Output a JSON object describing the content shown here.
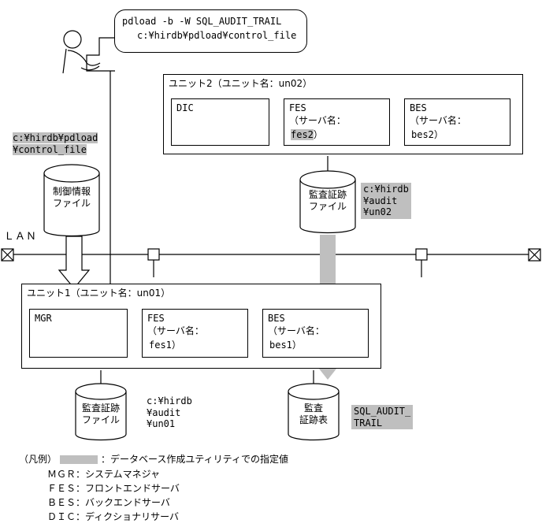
{
  "diagram": {
    "title_bubble": {
      "line1": "pdload -b -W SQL_AUDIT_TRAIL",
      "line2": "c:¥hirdb¥pdload¥control_file"
    },
    "unit2": {
      "header": "ユニット2（ユニット名：un02）",
      "servers": [
        {
          "name": "DIC",
          "label2": "",
          "label3": "",
          "highlight": ""
        },
        {
          "name": "FES",
          "label2": "（サーバ名：",
          "label3": "",
          "highlight": "fes2",
          "suffix": "）"
        },
        {
          "name": "BES",
          "label2": "（サーバ名：",
          "label3": "bes2）",
          "highlight": ""
        }
      ]
    },
    "unit1": {
      "header": "ユニット1（ユニット名：un01）",
      "servers": [
        {
          "name": "MGR",
          "label2": "",
          "label3": ""
        },
        {
          "name": "FES",
          "label2": "（サーバ名：",
          "label3": "fes1）"
        },
        {
          "name": "BES",
          "label2": "（サーバ名：",
          "label3": "bes1）"
        }
      ]
    },
    "lan_label": "ＬＡＮ",
    "control_file": {
      "path_line1": "c:¥hirdb¥pdload",
      "path_line2": "¥control_file",
      "cyl_line1": "制御情報",
      "cyl_line2": "ファイル"
    },
    "audit_file_un02": {
      "cyl_line1": "監査証跡",
      "cyl_line2": "ファイル",
      "path_line1": "c:¥hirdb",
      "path_line2": "¥audit",
      "path_line3": "¥un02"
    },
    "audit_file_un01": {
      "cyl_line1": "監査証跡",
      "cyl_line2": "ファイル",
      "path_line1": "c:¥hirdb",
      "path_line2": "¥audit",
      "path_line3": "¥un01"
    },
    "audit_table": {
      "cyl_line1": "監査",
      "cyl_line2": "証跡表",
      "path_line1": "SQL_AUDIT_",
      "path_line2": "TRAIL"
    },
    "legend": {
      "title": "（凡例）",
      "swatch_text": "：データベース作成ユティリティでの指定値",
      "entries": [
        "ＭＧＲ：システムマネジャ",
        "ＦＥＳ：フロントエンドサーバ",
        "ＢＥＳ：バックエンドサーバ",
        "ＤＩＣ：ディクショナリサーバ"
      ]
    },
    "colors": {
      "highlight": "#bfbfbf",
      "line": "#000000",
      "background": "#ffffff"
    }
  }
}
